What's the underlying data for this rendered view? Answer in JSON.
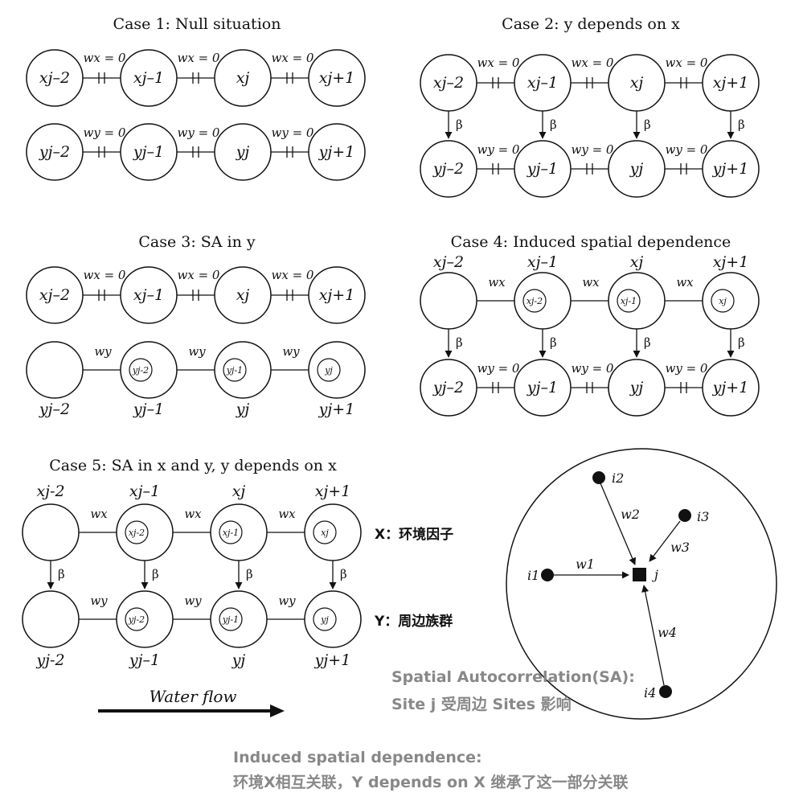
{
  "cases": [
    {
      "id": "case1",
      "title": "Case 1:   Null situation",
      "x_row": {
        "nodes": [
          "xj–2",
          "xj–1",
          "xj",
          "xj+1"
        ],
        "links": [
          "wx = 0",
          "wx = 0",
          "wx = 0"
        ]
      },
      "y_row": {
        "nodes": [
          "yj–2",
          "yj–1",
          "yj",
          "yj+1"
        ],
        "links": [
          "wy = 0",
          "wy = 0",
          "wy = 0"
        ]
      }
    },
    {
      "id": "case2",
      "title": "Case 2:   y depends on x",
      "x_row": {
        "nodes": [
          "xj–2",
          "xj–1",
          "xj",
          "xj+1"
        ],
        "links": [
          "wx = 0",
          "wx = 0",
          "wx = 0"
        ]
      },
      "y_row": {
        "nodes": [
          "yj–2",
          "yj–1",
          "yj",
          "yj+1"
        ],
        "links": [
          "wy = 0",
          "wy = 0",
          "wy = 0"
        ]
      },
      "dependence": "β"
    },
    {
      "id": "case3",
      "title": "Case 3:   SA in y",
      "x_row": {
        "nodes": [
          "xj–2",
          "xj–1",
          "xj",
          "xj+1"
        ],
        "links": [
          "wx = 0",
          "wx = 0",
          "wx = 0"
        ]
      },
      "y_row": {
        "labels": [
          "yj–2",
          "yj–1",
          "yj",
          "yj+1"
        ],
        "links": [
          "wy",
          "wy",
          "wy"
        ],
        "inner": [
          "yj-2",
          "yj-1",
          "yj"
        ]
      }
    },
    {
      "id": "case4",
      "title": "Case 4:   Induced spatial dependence",
      "x_row": {
        "labels": [
          "xj–2",
          "xj–1",
          "xj",
          "xj+1"
        ],
        "links": [
          "wx",
          "wx",
          "wx"
        ],
        "inner": [
          "xj-2",
          "xj-1",
          "xj"
        ]
      },
      "y_row": {
        "nodes": [
          "yj–2",
          "yj–1",
          "yj",
          "yj+1"
        ],
        "links": [
          "wy = 0",
          "wy = 0",
          "wy = 0"
        ]
      },
      "dependence": "β"
    },
    {
      "id": "case5",
      "title": "Case 5:   SA in x and y, y depends on x",
      "x_row": {
        "labels": [
          "xj-2",
          "xj–1",
          "xj",
          "xj+1"
        ],
        "links": [
          "wx",
          "wx",
          "wx"
        ],
        "inner": [
          "xj-2",
          "xj-1",
          "xj"
        ]
      },
      "y_row": {
        "labels": [
          "yj-2",
          "yj–1",
          "yj",
          "yj+1"
        ],
        "links": [
          "wy",
          "wy",
          "wy"
        ],
        "inner": [
          "yj-2",
          "yj-1",
          "yj"
        ]
      },
      "dependence": "β"
    }
  ],
  "legend": {
    "x": "X：环境因子",
    "y": "Y：周边族群"
  },
  "water_flow": "Water flow",
  "site_diagram": {
    "center": "j",
    "sites": [
      "i1",
      "i2",
      "i3",
      "i4"
    ],
    "weights": [
      "w1",
      "w2",
      "w3",
      "w4"
    ]
  },
  "notes": {
    "sa_title": "Spatial Autocorrelation(SA):",
    "sa_text": "Site j 受周边 Sites 影响",
    "induced_title": "Induced spatial dependence:",
    "induced_text": "环境X相互关联，Y depends on X 继承了这一部分关联"
  },
  "colors": {
    "ink": "#111111",
    "note_gray": "#888888"
  }
}
